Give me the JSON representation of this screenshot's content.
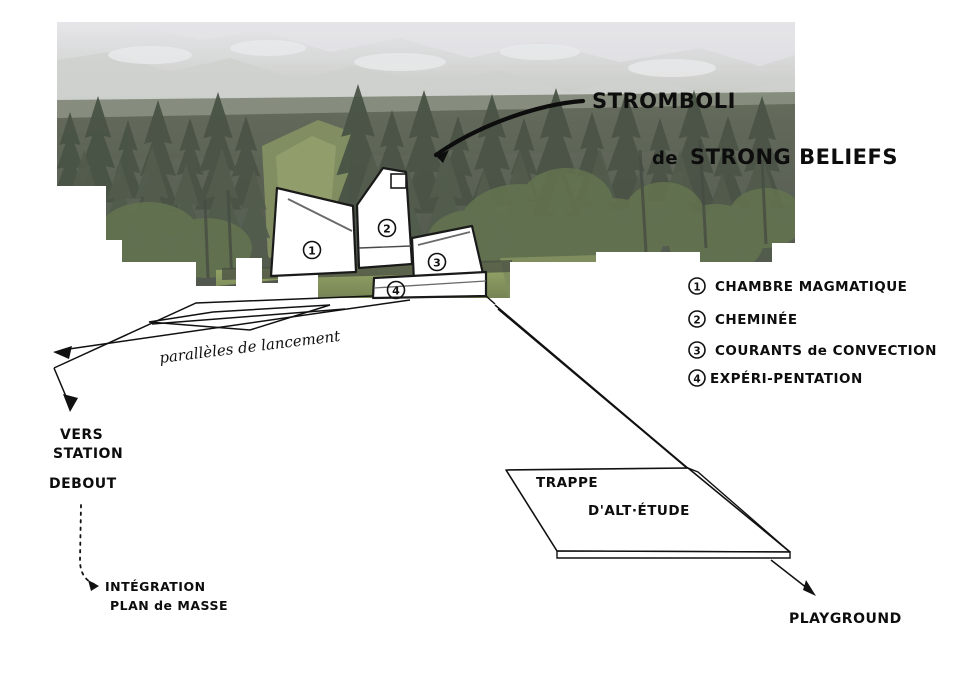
{
  "sketch": {
    "title_main": "STROMBOLI",
    "title_sub_a": "de",
    "title_sub_b": "STRONG BELIEFS",
    "photo_caption": "alpine-forest-photo"
  },
  "legend": {
    "items": [
      {
        "num": "1",
        "label": "CHAMBRE MAGMATIQUE"
      },
      {
        "num": "2",
        "label": "CHEMINÉE"
      },
      {
        "num": "3",
        "label": "COURANTS de CONVECTION"
      },
      {
        "num": "4",
        "label": "EXPÉRI-PENTATION"
      }
    ]
  },
  "callouts": {
    "one": "1",
    "two": "2",
    "three": "3",
    "four": "4"
  },
  "annotations": {
    "launch_lines": "parallèles de lancement",
    "vers": "VERS",
    "station": "STATION",
    "debout": "DEBOUT",
    "integration": "INTÉGRATION",
    "plan_de_masse": "PLAN de MASSE",
    "trappe": "TRAPPE",
    "alt_etude": "D'ALT·ÉTUDE",
    "playground": "PLAYGROUND"
  },
  "colors": {
    "ink": "#0d0d0d",
    "paper": "#ffffff",
    "sky": "#d8d8de",
    "forest_dark": "#3b4034",
    "forest_mid": "#53603f",
    "grass": "#7d8f4e",
    "building_face": "#ffffff",
    "building_shade": "#f2f2f0"
  }
}
